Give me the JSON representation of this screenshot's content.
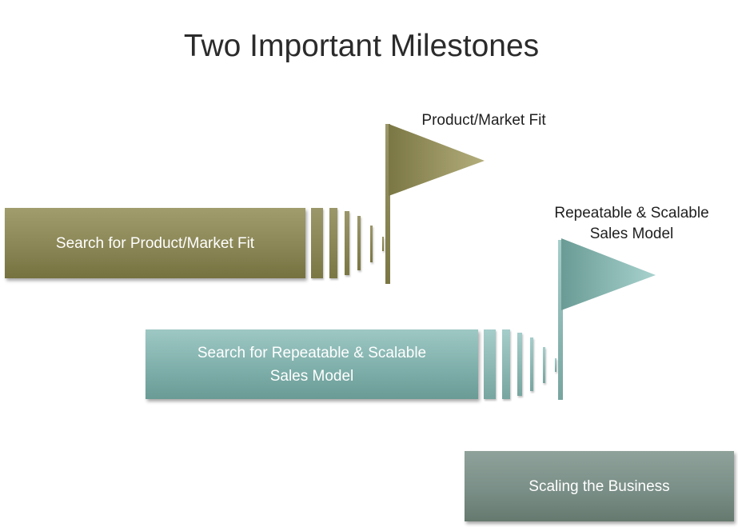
{
  "title": "Two Important Milestones",
  "stages": [
    {
      "lines": [
        "Search for Product/Market Fit"
      ]
    },
    {
      "lines": [
        "Search for Repeatable & Scalable",
        "Sales Model"
      ]
    },
    {
      "lines": [
        "Scaling the Business"
      ]
    }
  ],
  "milestones": [
    {
      "lines": [
        "Product/Market Fit"
      ]
    },
    {
      "lines": [
        "Repeatable & Scalable",
        "Sales Model"
      ]
    }
  ],
  "colors": {
    "olive": "#8a8656",
    "teal": "#80b0ab",
    "slate": "#7a8f87"
  }
}
